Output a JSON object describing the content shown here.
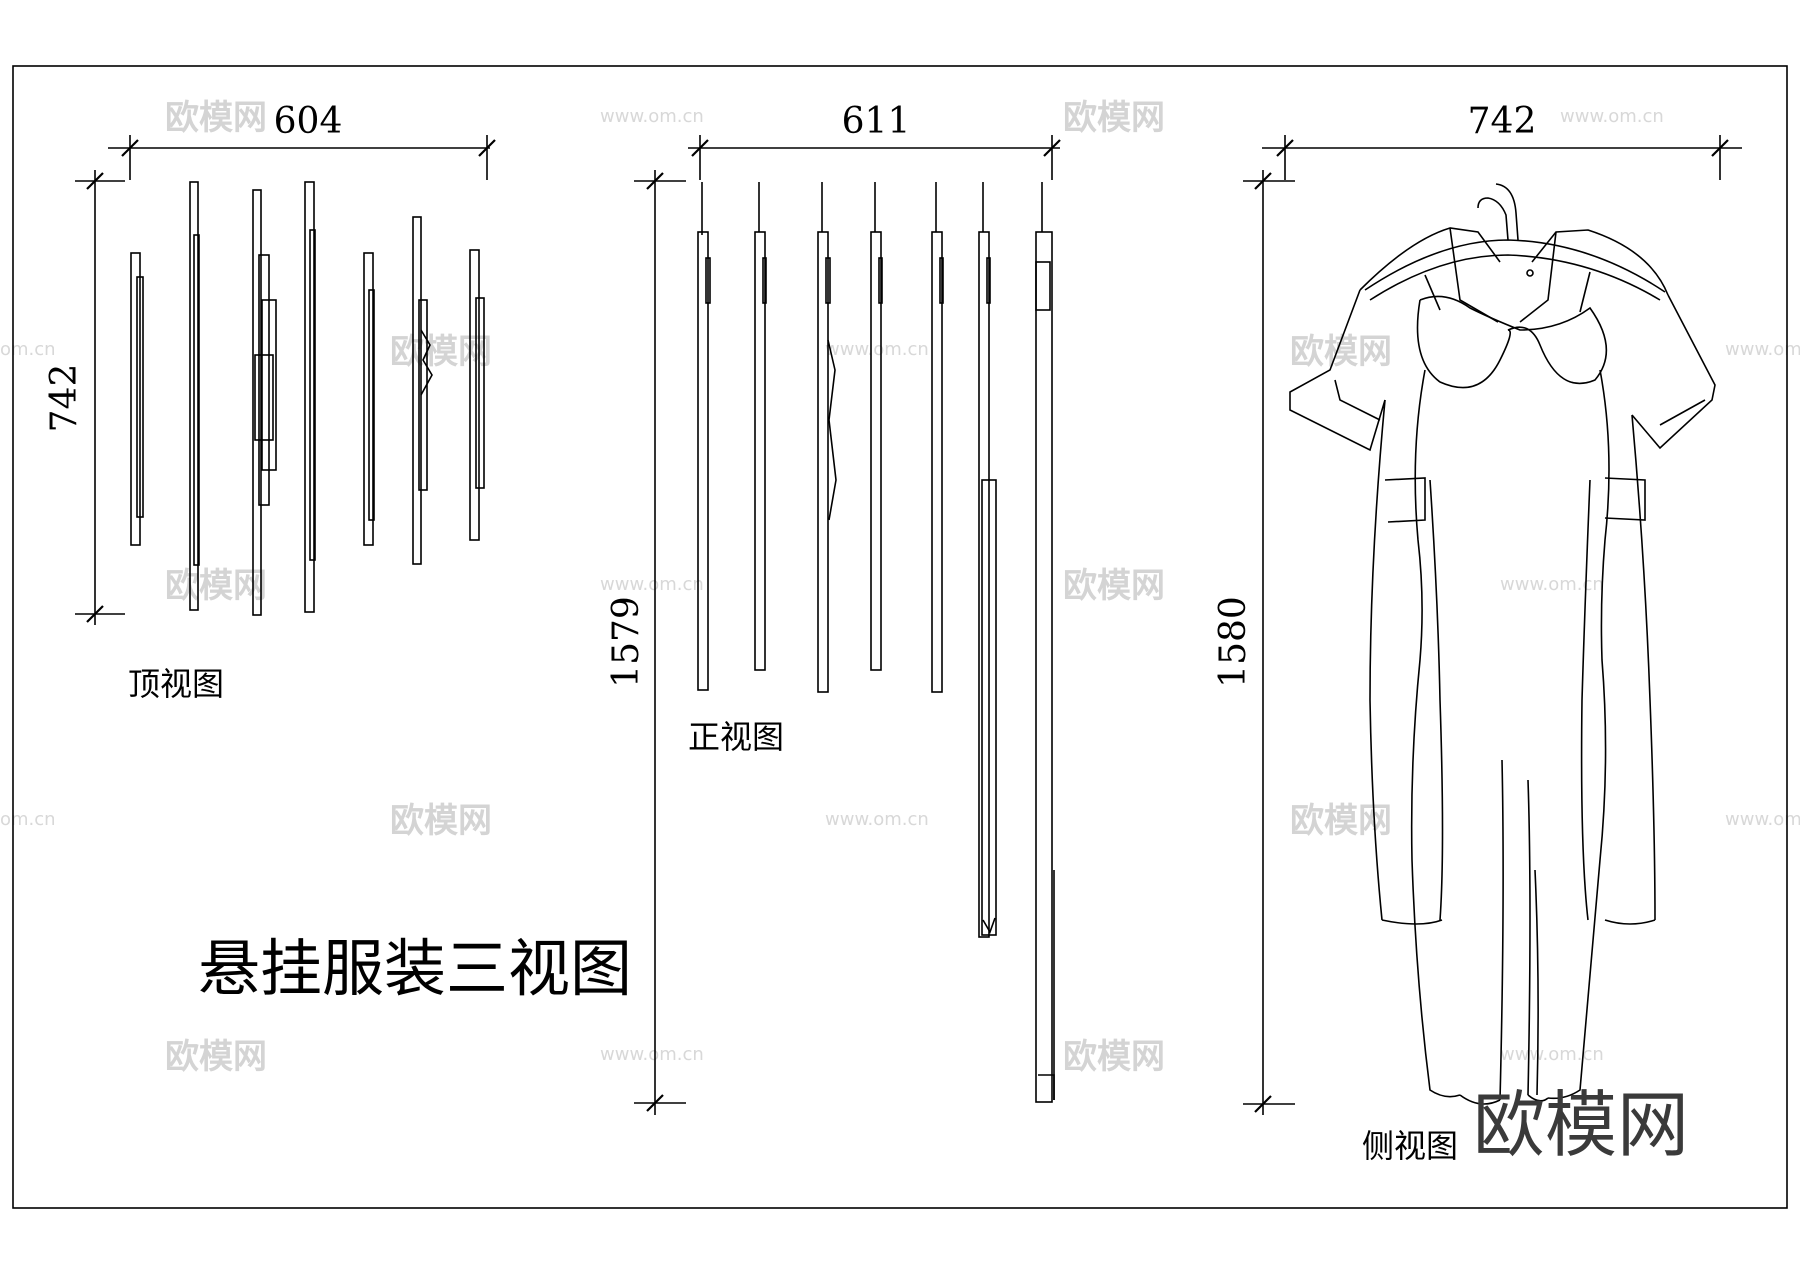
{
  "drawing": {
    "title": "悬挂服装三视图",
    "views": {
      "top": {
        "label": "顶视图",
        "width_dim": "604",
        "height_dim": "742"
      },
      "front": {
        "label": "正视图",
        "width_dim": "611",
        "height_dim": "1579"
      },
      "side": {
        "label": "侧视图",
        "width_dim": "742",
        "height_dim": "1580"
      }
    }
  },
  "watermark": {
    "brand": "欧模网",
    "url": "www.om.cn",
    "url_partial": "om.cn"
  }
}
